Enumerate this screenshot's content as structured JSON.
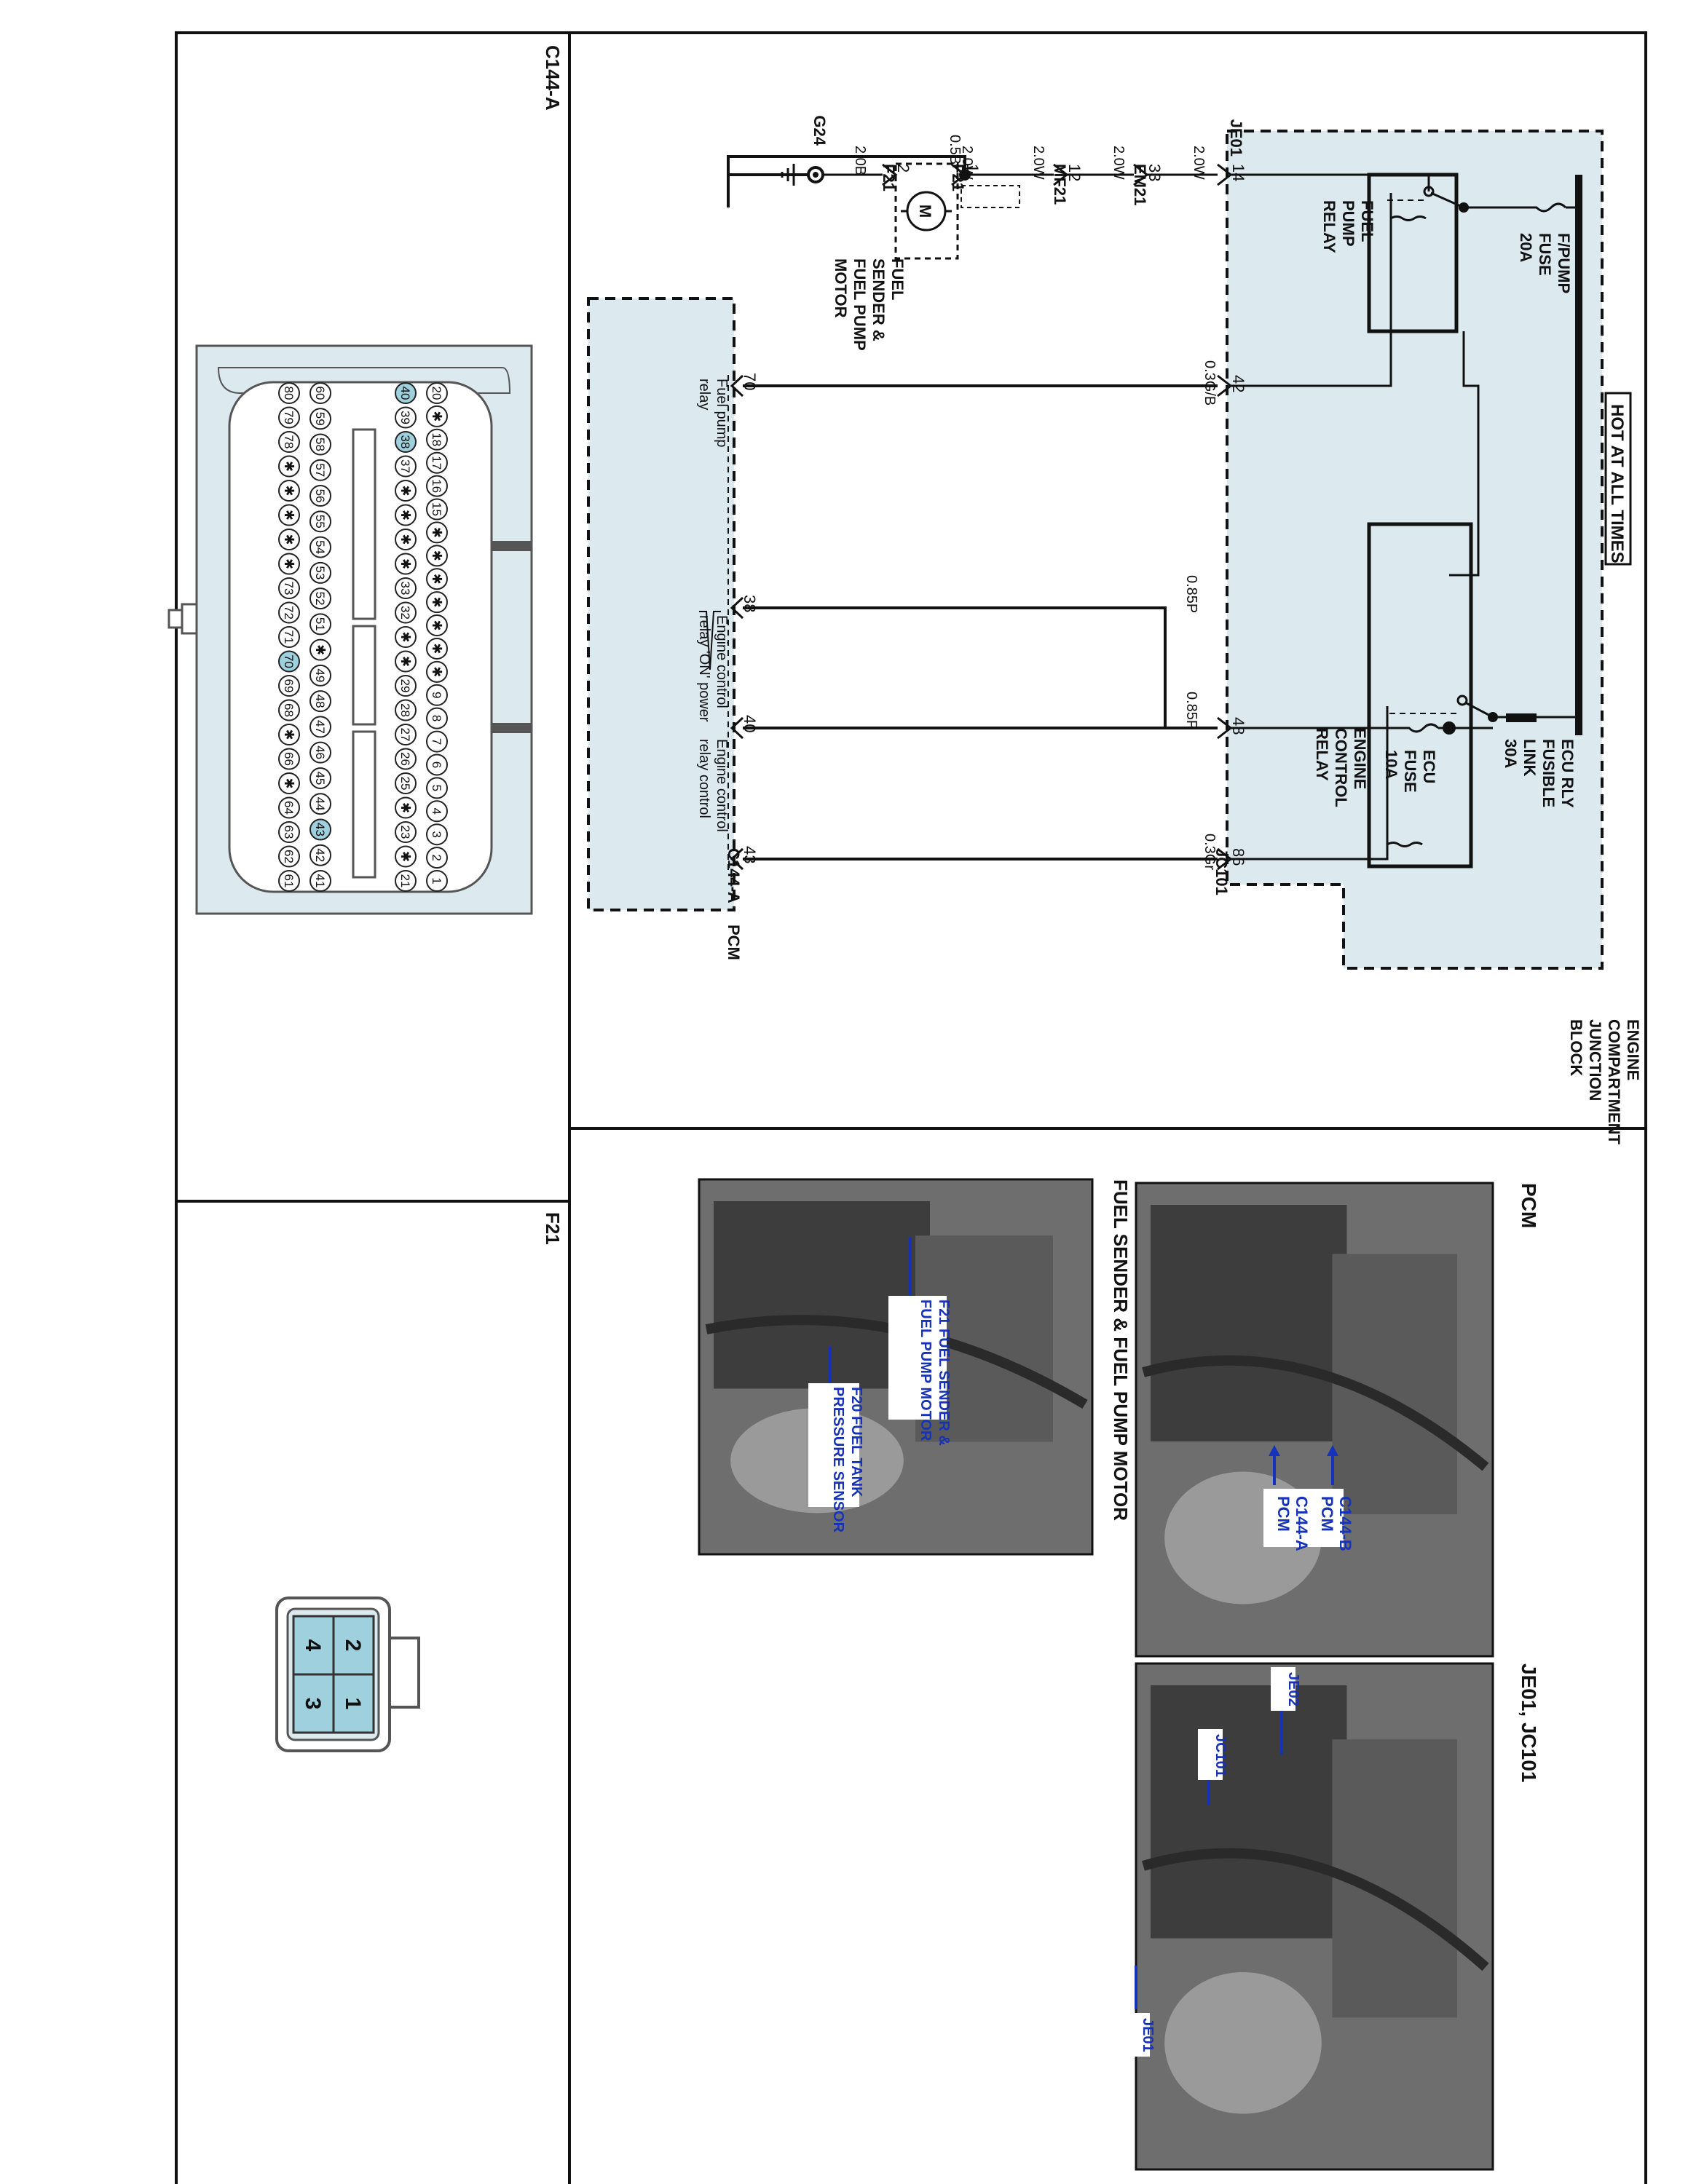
{
  "schematic": {
    "hot_at_all_times": "HOT AT ALL TIMES",
    "jb_label": [
      "ENGINE",
      "COMPARTMENT",
      "JUNCTION",
      "BLOCK"
    ],
    "fpump_fuse": [
      "F/PUMP",
      "FUSE",
      "20A"
    ],
    "fpump_relay": [
      "FUEL",
      "PUMP",
      "RELAY"
    ],
    "ecu_fusible": [
      "ECU RLY",
      "FUSIBLE",
      "LINK",
      "30A"
    ],
    "ecu_fuse": [
      "ECU",
      "FUSE",
      "10A"
    ],
    "ec_relay": [
      "ENGINE",
      "CONTROL",
      "RELAY"
    ],
    "connectors": {
      "je01": "JE01",
      "em21": "EM21",
      "mf21": "MF21",
      "f21": "F21",
      "jc101": "JC101",
      "c144a": "C144-A",
      "g24": "G24"
    },
    "pins": {
      "p14": "14",
      "p33": "33",
      "p12": "12",
      "p1": "1",
      "p2": "2",
      "p42": "42",
      "p48": "48",
      "p86": "86",
      "p70": "70",
      "p38": "38",
      "p40": "40",
      "p43": "43"
    },
    "wires": {
      "w1": "2.0W",
      "w2": "2.0W",
      "w3": "2.0W",
      "w4": "2.0W",
      "w_gnd": "0.5B",
      "w_b": "2.0B",
      "w_gb": "0.3G/B",
      "w_p1": "0.85P",
      "w_p2": "0.85P",
      "w_gr": "0.3Gr"
    },
    "motor_letter": "M",
    "motor_label": [
      "FUEL",
      "SENDER &",
      "FUEL PUMP",
      "MOTOR"
    ],
    "pcm_label": "PCM",
    "pcm_fn_fuel_pump": [
      "Fuel pump",
      "relay"
    ],
    "pcm_fn_on_power": [
      "Engine control",
      "relay 'ON' power"
    ],
    "pcm_fn_relay_ctrl": [
      "Engine control",
      "relay control"
    ]
  },
  "connector_views": {
    "c144a_title": "C144-A",
    "f21_title": "F21",
    "c144a_rows": [
      [
        "20",
        "✱",
        "18",
        "17",
        "16",
        "15",
        "✱",
        "✱",
        "✱",
        "✱",
        "✱",
        "✱",
        "✱",
        "9",
        "8",
        "7",
        "6",
        "5",
        "4",
        "3",
        "2",
        "1"
      ],
      [
        "40",
        "39",
        "38",
        "37",
        "✱",
        "✱",
        "✱",
        "✱",
        "33",
        "32",
        "✱",
        "✱",
        "29",
        "28",
        "27",
        "26",
        "25",
        "✱",
        "23",
        "✱",
        "21"
      ],
      [
        "60",
        "59",
        "58",
        "57",
        "56",
        "55",
        "54",
        "53",
        "52",
        "51",
        "✱",
        "49",
        "48",
        "47",
        "46",
        "45",
        "44",
        "43",
        "42",
        "41"
      ],
      [
        "80",
        "79",
        "78",
        "✱",
        "✱",
        "✱",
        "✱",
        "✱",
        "73",
        "72",
        "71",
        "70",
        "69",
        "68",
        "✱",
        "66",
        "✱",
        "64",
        "63",
        "62",
        "61"
      ]
    ],
    "c144a_highlight": [
      "40",
      "38",
      "70",
      "43"
    ],
    "f21_pins": [
      "2",
      "1",
      "4",
      "3"
    ]
  },
  "photos": {
    "pcm_title": "PCM",
    "pcm_callouts": [
      [
        "C144-B",
        "PCM"
      ],
      [
        "C144-A",
        "PCM"
      ]
    ],
    "je_title": "JE01, JC101",
    "je_callouts": [
      "JE02",
      "JC101",
      "JE01"
    ],
    "fuel_title": "FUEL SENDER & FUEL PUMP MOTOR",
    "fuel_callouts": [
      [
        "F21 FUEL SENDER &",
        "FUEL PUMP MOTOR"
      ],
      [
        "F20 FUEL TANK",
        "PRESSURE SENSOR"
      ]
    ]
  },
  "colors": {
    "panel_fill": "#dceaf0",
    "pin_highlight": "#9fd0de",
    "callout_blue": "#1632b8",
    "wire": "#111111"
  }
}
